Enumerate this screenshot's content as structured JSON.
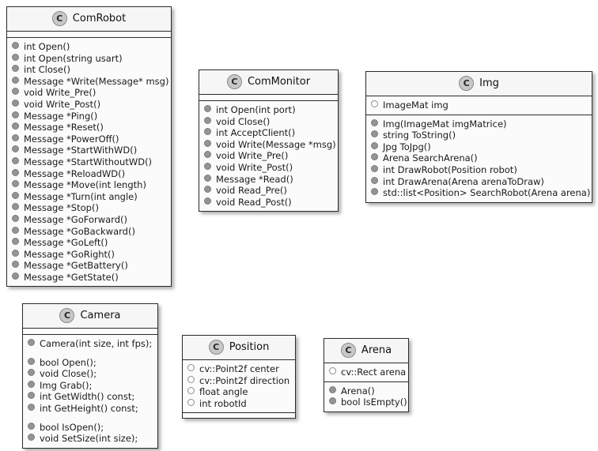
{
  "diagram": {
    "kind": "uml-class-diagram",
    "background": "#ffffff",
    "class_icon_letter": "C",
    "colors": {
      "box_fill": "#fbfbfb",
      "header_fill": "#f6f6f6",
      "border": "#2b2b2b",
      "icon_fill": "#c8c8c8",
      "method_bullet": "#949494",
      "field_bullet": "#ffffff",
      "text": "#1a1a1a"
    }
  },
  "classes": [
    {
      "name": "ComRobot",
      "attributes": [],
      "methods": [
        "int Open()",
        "int Open(string usart)",
        "int Close()",
        "Message *Write(Message* msg)",
        "void Write_Pre()",
        "void Write_Post()",
        "Message *Ping()",
        "Message *Reset()",
        "Message *PowerOff()",
        "Message *StartWithWD()",
        "Message *StartWithoutWD()",
        "Message *ReloadWD()",
        "Message *Move(int length)",
        "Message *Turn(int angle)",
        "Message *Stop()",
        "Message *GoForward()",
        "Message *GoBackward()",
        "Message *GoLeft()",
        "Message *GoRight()",
        "Message *GetBattery()",
        "Message *GetState()"
      ]
    },
    {
      "name": "ComMonitor",
      "attributes": [],
      "methods": [
        "int Open(int port)",
        "void Close()",
        "int AcceptClient()",
        "void Write(Message *msg)",
        "void Write_Pre()",
        "void Write_Post()",
        "Message *Read()",
        "void Read_Pre()",
        "void Read_Post()"
      ]
    },
    {
      "name": "Img",
      "attributes": [
        "ImageMat img"
      ],
      "methods": [
        "Img(ImageMat imgMatrice)",
        "string ToString()",
        "Jpg ToJpg()",
        "Arena SearchArena()",
        "int DrawRobot(Position robot)",
        "int DrawArena(Arena arenaToDraw)",
        "std::list<Position> SearchRobot(Arena arena)"
      ]
    },
    {
      "name": "Camera",
      "attributes": [],
      "methods": [
        "Camera(int size, int fps);",
        "",
        "bool Open();",
        "void Close();",
        "Img Grab();",
        "int GetWidth() const;",
        "int GetHeight() const;",
        "",
        "bool IsOpen();",
        "void SetSize(int size);"
      ]
    },
    {
      "name": "Position",
      "attributes": [
        "cv::Point2f center",
        "cv::Point2f direction",
        "float angle",
        "int robotId"
      ],
      "methods": []
    },
    {
      "name": "Arena",
      "attributes": [
        "cv::Rect arena"
      ],
      "methods": [
        "Arena()",
        "bool IsEmpty()"
      ]
    }
  ]
}
